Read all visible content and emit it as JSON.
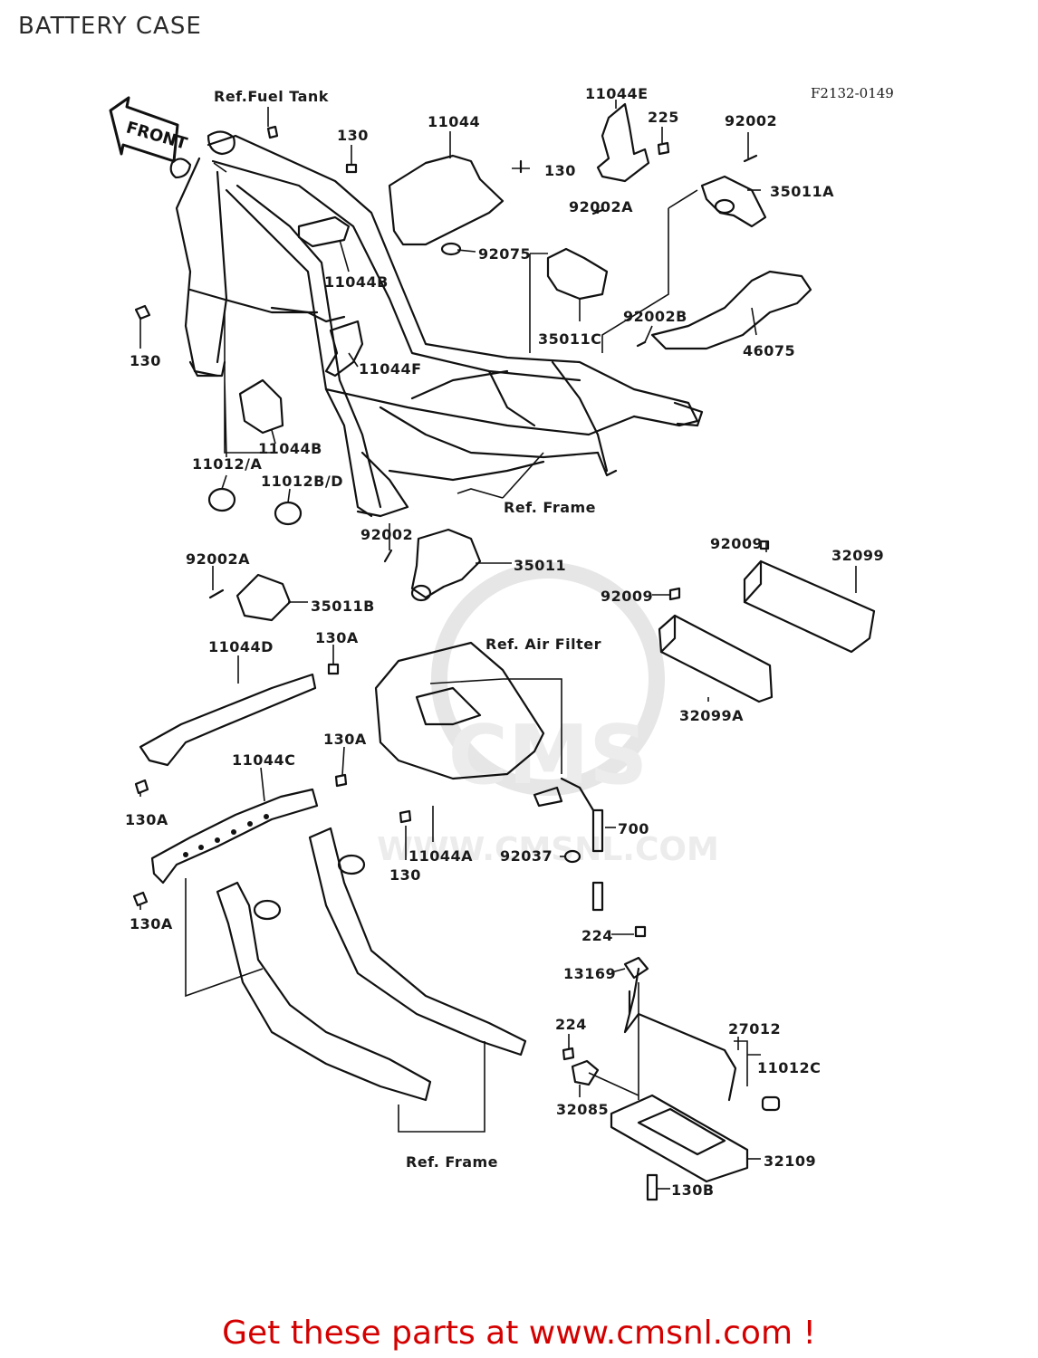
{
  "title": "BATTERY CASE",
  "diagram_code": "F2132-0149",
  "front_label": "FRONT",
  "watermark": {
    "brand": "CMS",
    "url": "WWW.CMSNL.COM"
  },
  "footer": "Get these parts at www.cmsnl.com !",
  "labels": {
    "ref_fuel_tank": "Ref.Fuel Tank",
    "p130_top": "130",
    "p11044": "11044",
    "p130_right": "130",
    "p11044E": "11044E",
    "p225": "225",
    "p92002_top": "92002",
    "p35011A": "35011A",
    "p92002A_top": "92002A",
    "p92075": "92075",
    "p11044B_top": "11044B",
    "p130_left": "130",
    "p35011C": "35011C",
    "p92002B": "92002B",
    "p46075": "46075",
    "p11044F": "11044F",
    "p11044B_mid": "11044B",
    "p11012A": "11012/A",
    "p11012BD": "11012B/D",
    "ref_frame_mid": "Ref. Frame",
    "p92002_mid": "92002",
    "p35011": "35011",
    "p92002A_mid": "92002A",
    "p35011B": "35011B",
    "p92009_top": "92009",
    "p32099": "32099",
    "p92009_mid": "92009",
    "p32099A": "32099A",
    "p11044D": "11044D",
    "p130A_1": "130A",
    "ref_air_filter": "Ref. Air Filter",
    "p130A_2": "130A",
    "p11044C": "11044C",
    "p130A_3": "130A",
    "p700": "700",
    "p11044A": "11044A",
    "p92037": "92037",
    "p130_bottom": "130",
    "p130A_4": "130A",
    "p224_top": "224",
    "p13169": "13169",
    "p27012": "27012",
    "p224_mid": "224",
    "p11012C": "11012C",
    "p32085": "32085",
    "p32109": "32109",
    "p130B": "130B",
    "ref_frame_bottom": "Ref. Frame"
  }
}
